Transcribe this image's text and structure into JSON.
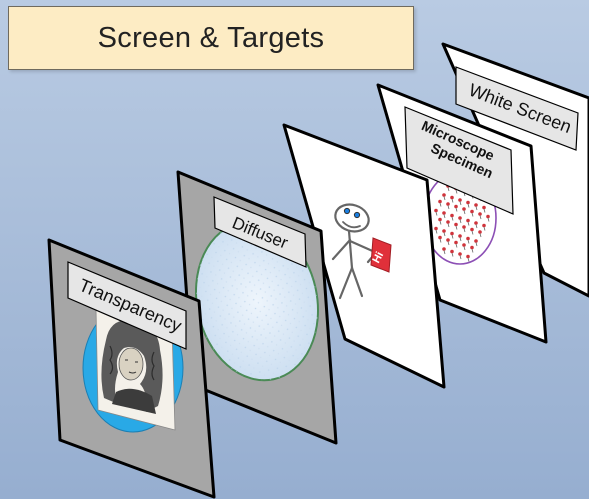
{
  "title": "Screen & Targets",
  "panels": {
    "white_screen": {
      "label": "White Screen"
    },
    "microscope": {
      "label_line1": "Microscope",
      "label_line2": "Specimen"
    },
    "stick_figure": {
      "sign_text": "Hi"
    },
    "diffuser": {
      "label": "Diffuser"
    },
    "transparency": {
      "label": "Transparency"
    }
  },
  "colors": {
    "background": "#a9bedb",
    "title_box": "#fdecc4",
    "panel_gray": "#a6a6a6",
    "panel_white": "#ffffff",
    "label_box": "#e6e6e6",
    "diffuser_fill": "#d8e8f6",
    "transparency_circle": "#29a9e6",
    "specimen_red": "#d0343c",
    "sign_red": "#e0303a"
  }
}
